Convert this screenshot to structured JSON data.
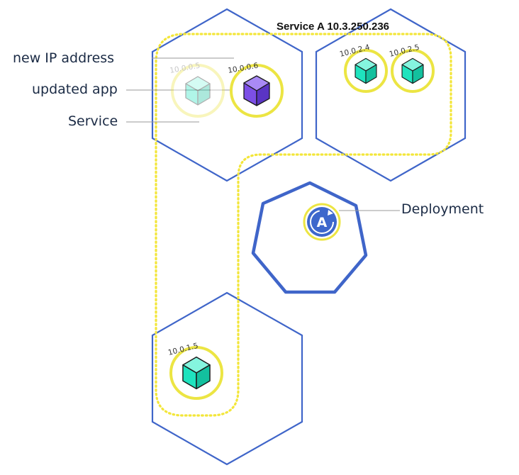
{
  "service": {
    "title": "Service A 10.3.250.236"
  },
  "callouts": {
    "new_ip": "new IP address",
    "updated_app": "updated app",
    "service": "Service",
    "deployment": "Deployment"
  },
  "pods": {
    "old": "10.0.0.5",
    "updated": "10.0.0.6",
    "node2_a": "10.0.2.4",
    "node2_b": "10.0.2.5",
    "node3": "10.0.1.5"
  },
  "deployment_glyph": "A",
  "colors": {
    "node_outline": "#3f65c9",
    "service_boundary": "#f3e63a",
    "pod_ring": "#ece543",
    "pod_cube": "#1fe3be",
    "updated_cube": "#7c4fe6",
    "deployment_fill": "#3d67cc"
  }
}
